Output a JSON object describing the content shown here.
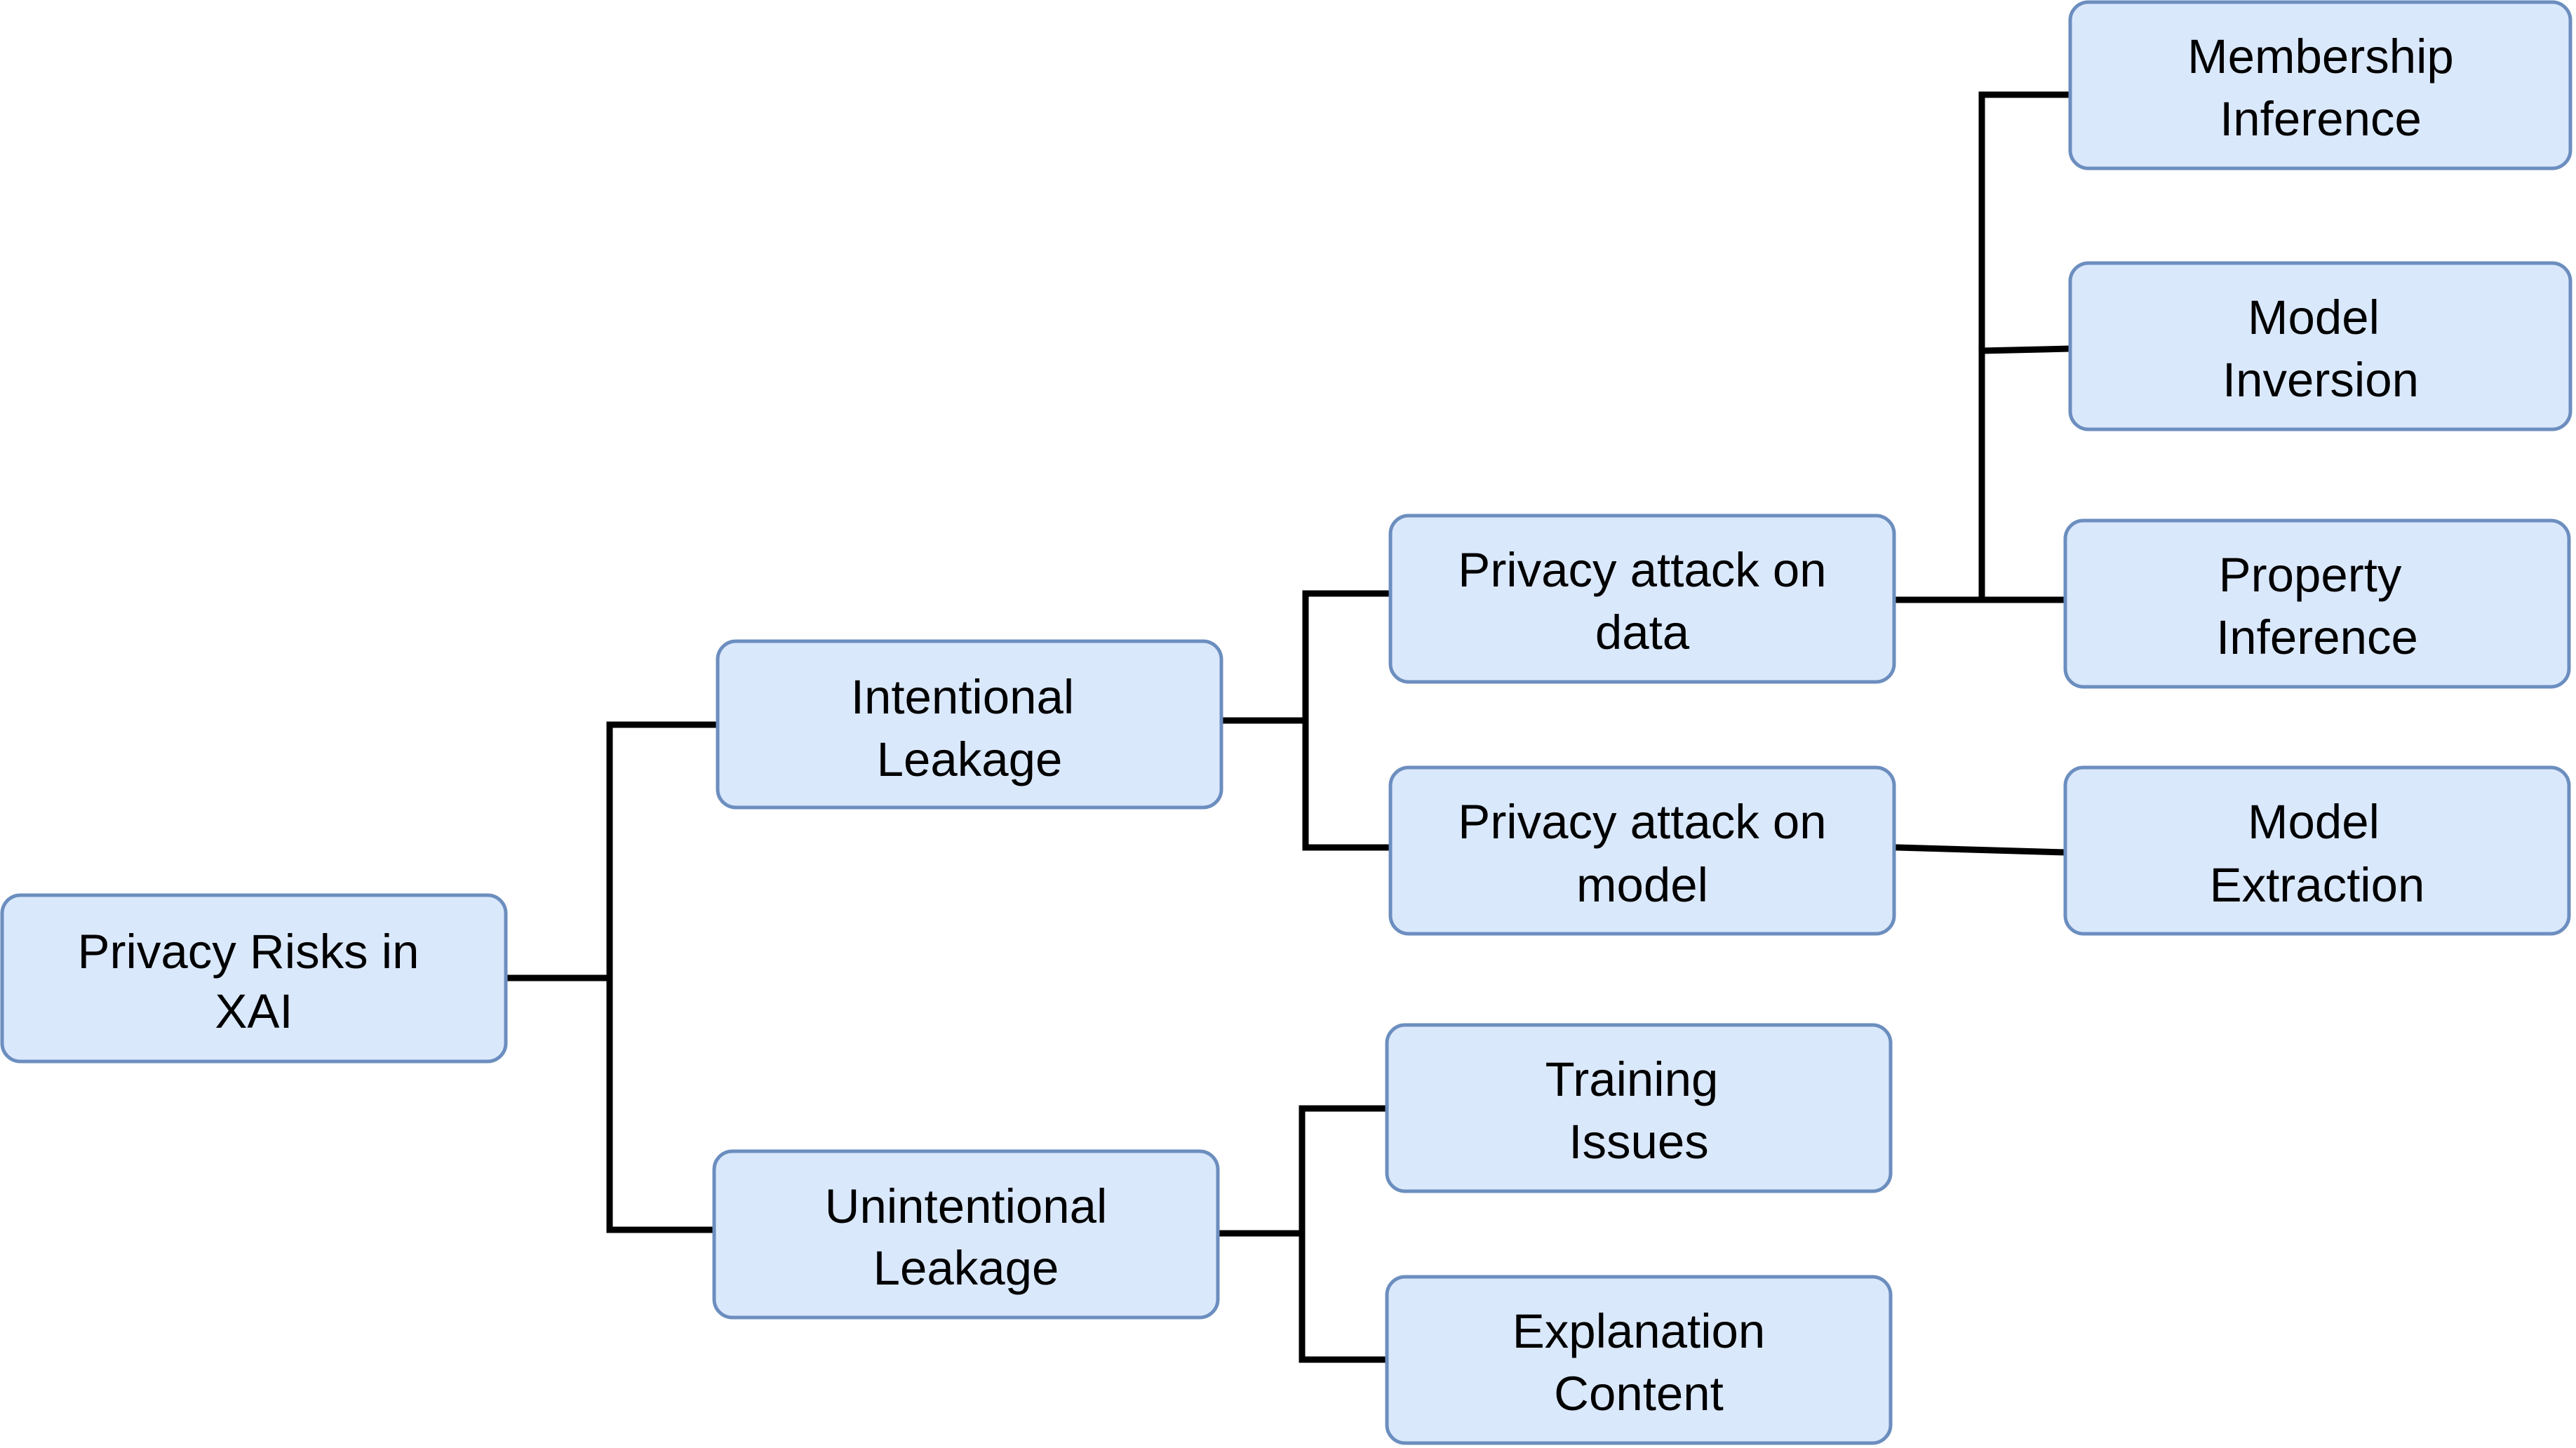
{
  "nodes": {
    "root": {
      "line1": "Privacy Risks in",
      "line2": "XAI"
    },
    "intentional": {
      "line1": "Intentional",
      "line2": "Leakage"
    },
    "unintentional": {
      "line1": "Unintentional",
      "line2": "Leakage"
    },
    "attack_data": {
      "line1": "Privacy attack on",
      "line2": "data"
    },
    "attack_model": {
      "line1": "Privacy attack on",
      "line2": "model"
    },
    "training_issues": {
      "line1": "Training",
      "line2": "Issues"
    },
    "explanation_content": {
      "line1": "Explanation",
      "line2": "Content"
    },
    "membership_inference": {
      "line1": "Membership",
      "line2": "Inference"
    },
    "model_inversion": {
      "line1": "Model",
      "line2": "Inversion"
    },
    "property_inference": {
      "line1": "Property",
      "line2": "Inference"
    },
    "model_extraction": {
      "line1": "Model",
      "line2": "Extraction"
    }
  },
  "colors": {
    "node_fill": "#dae8fc",
    "node_stroke": "#6c8ebf",
    "connector": "#000000"
  }
}
